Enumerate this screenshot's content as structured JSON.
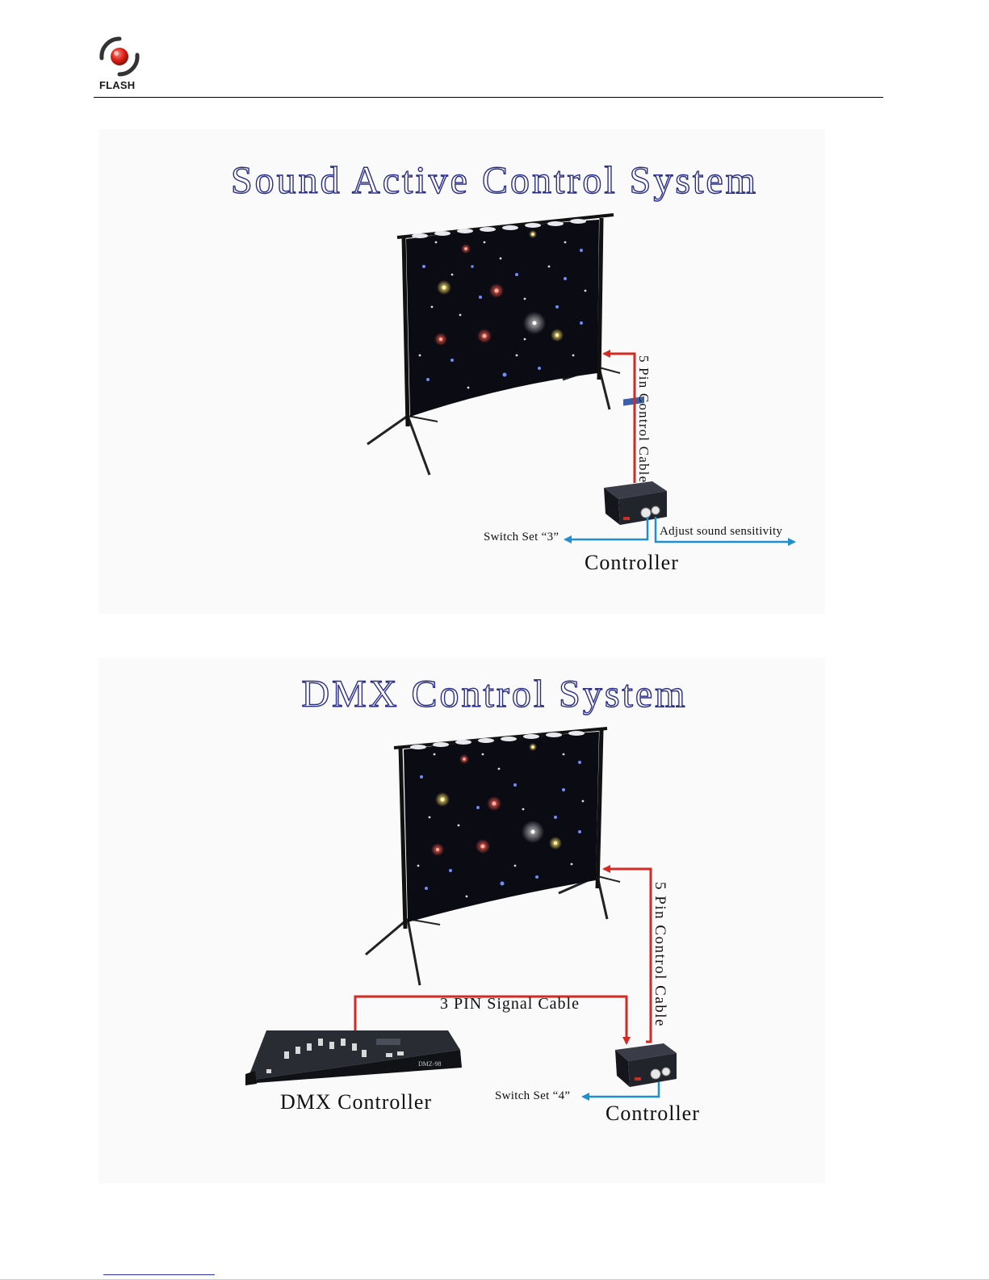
{
  "header": {
    "logo_text": "FLASH"
  },
  "section1": {
    "title": "Sound Active Control System",
    "cable_label": "5 Pin Control Cable",
    "switch_label": "Switch Set “3”",
    "adjust_label": "Adjust sound sensitivity",
    "controller_label": "Controller"
  },
  "section2": {
    "title": "DMX Control System",
    "cable_label": "5 Pin Control Cable",
    "signal_label": "3 PIN Signal Cable",
    "switch_label": "Switch Set “4”",
    "controller_label": "Controller",
    "dmx_label": "DMX Controller",
    "dmx_model": "DMZ-98"
  },
  "colors": {
    "title_outline": "#2b2f86",
    "cable_red": "#d42a22",
    "cable_blue": "#1f8fd1",
    "curtain": "#0b0b14"
  }
}
